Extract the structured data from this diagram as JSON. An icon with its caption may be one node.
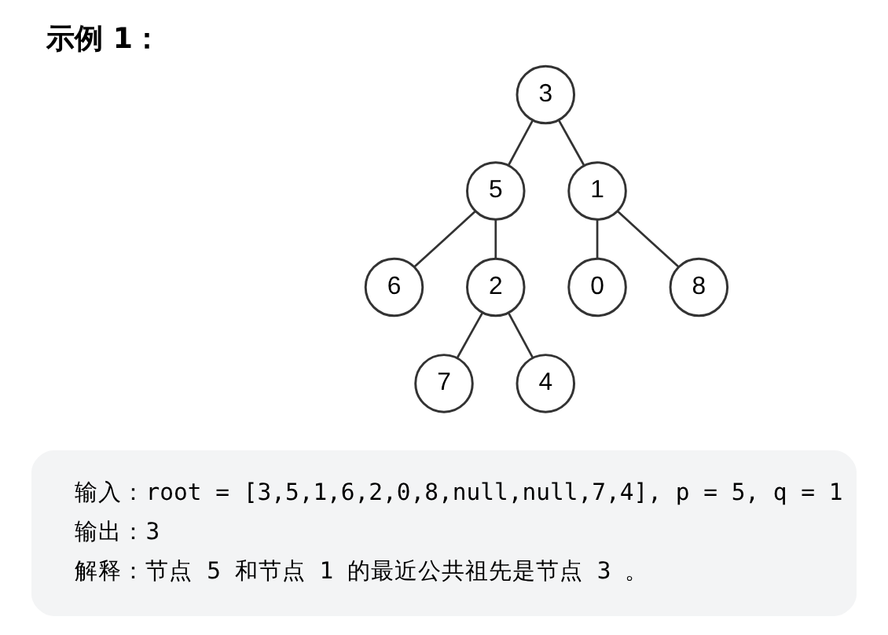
{
  "diagram": {
    "title": "示例 1：",
    "nodes": [
      {
        "text": [
          "3"
        ]
      },
      {
        "text": [
          "5"
        ]
      },
      {
        "text": [
          "1"
        ]
      },
      {
        "text": [
          "6"
        ]
      },
      {
        "text": [
          "2"
        ]
      },
      {
        "text": [
          "0"
        ]
      },
      {
        "text": [
          "8"
        ]
      },
      {
        "text": [
          "7"
        ]
      },
      {
        "text": [
          "4"
        ]
      },
      {
        "text": [
          "输入：root = [3,5,1,6,2,0,8,null,null,7,4], p = 5, q = 1",
          "输出：3",
          "解释：节点 5 和节点 1 的最近公共祖先是节点 3 。"
        ]
      }
    ],
    "edges": [
      {
        "from": 0,
        "to": 1,
        "arrow": "none"
      },
      {
        "from": 0,
        "to": 2,
        "arrow": "none"
      },
      {
        "from": 1,
        "to": 3,
        "arrow": "none"
      },
      {
        "from": 1,
        "to": 4,
        "arrow": "none"
      },
      {
        "from": 2,
        "to": 5,
        "arrow": "none"
      },
      {
        "from": 2,
        "to": 6,
        "arrow": "none"
      },
      {
        "from": 4,
        "to": 7,
        "arrow": "none"
      },
      {
        "from": 4,
        "to": 8,
        "arrow": "none"
      }
    ]
  }
}
